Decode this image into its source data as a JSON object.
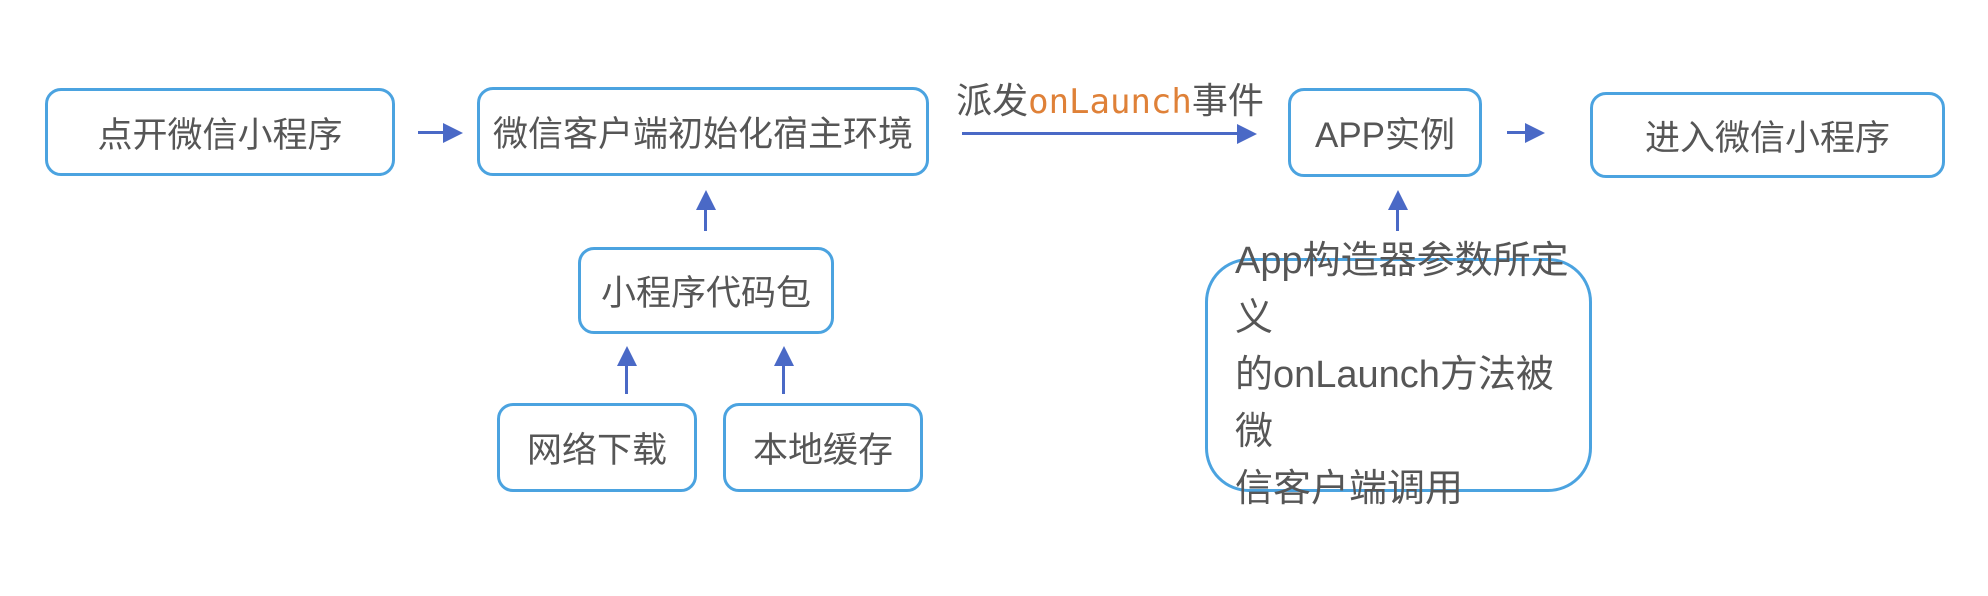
{
  "colors": {
    "box_border": "#4BA3E0",
    "arrow": "#4A69C6",
    "text": "#565656",
    "accent_orange": "#DF8138"
  },
  "nodes": {
    "open": "点开微信小程序",
    "init": "微信客户端初始化宿主环境",
    "app_instance": "APP实例",
    "enter": "进入微信小程序",
    "pkg": "小程序代码包",
    "net": "网络下载",
    "cache": "本地缓存"
  },
  "dispatch_label": {
    "prefix": "派发",
    "code": "onLaunch",
    "suffix": "事件"
  },
  "description": {
    "lines": [
      "App构造器参数所定义",
      "的onLaunch方法被微",
      "信客户端调用"
    ]
  }
}
